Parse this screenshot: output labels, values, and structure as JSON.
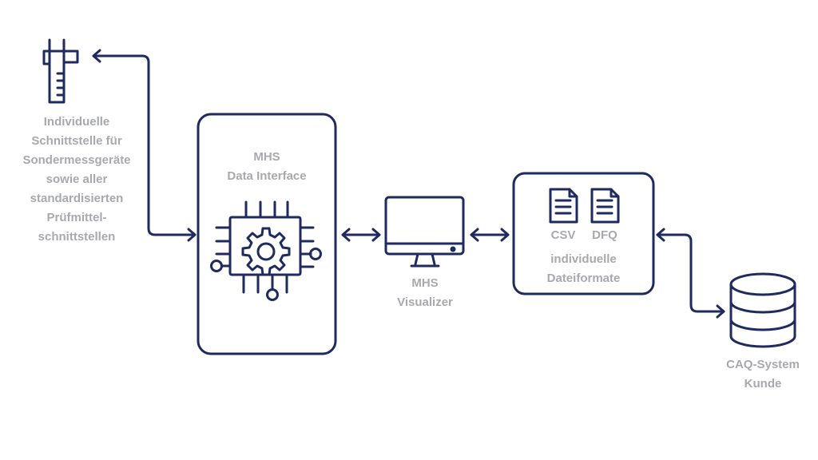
{
  "colors": {
    "stroke": "#1f2a5e",
    "label": "#a7a9ad",
    "label_dark": "#8e9096",
    "background": "#ffffff"
  },
  "instrument": {
    "icon": "caliper-icon",
    "label_lines": [
      "Individuelle",
      "Schnittstelle für",
      "Sondermessgeräte",
      "sowie aller",
      "standardisierten",
      "Prüfmittel-",
      "schnittstellen"
    ]
  },
  "data_interface": {
    "icon": "chip-gear-icon",
    "label_lines": [
      "MHS",
      "Data Interface"
    ]
  },
  "visualizer": {
    "icon": "monitor-icon",
    "label_lines": [
      "MHS",
      "Visualizer"
    ]
  },
  "file_formats": {
    "icons": [
      "document-icon",
      "document-icon"
    ],
    "format_labels": [
      "CSV",
      "DFQ"
    ],
    "label_lines": [
      "individuelle",
      "Dateiformate"
    ]
  },
  "caq_system": {
    "icon": "database-icon",
    "label_lines": [
      "CAQ-System",
      "Kunde"
    ]
  }
}
